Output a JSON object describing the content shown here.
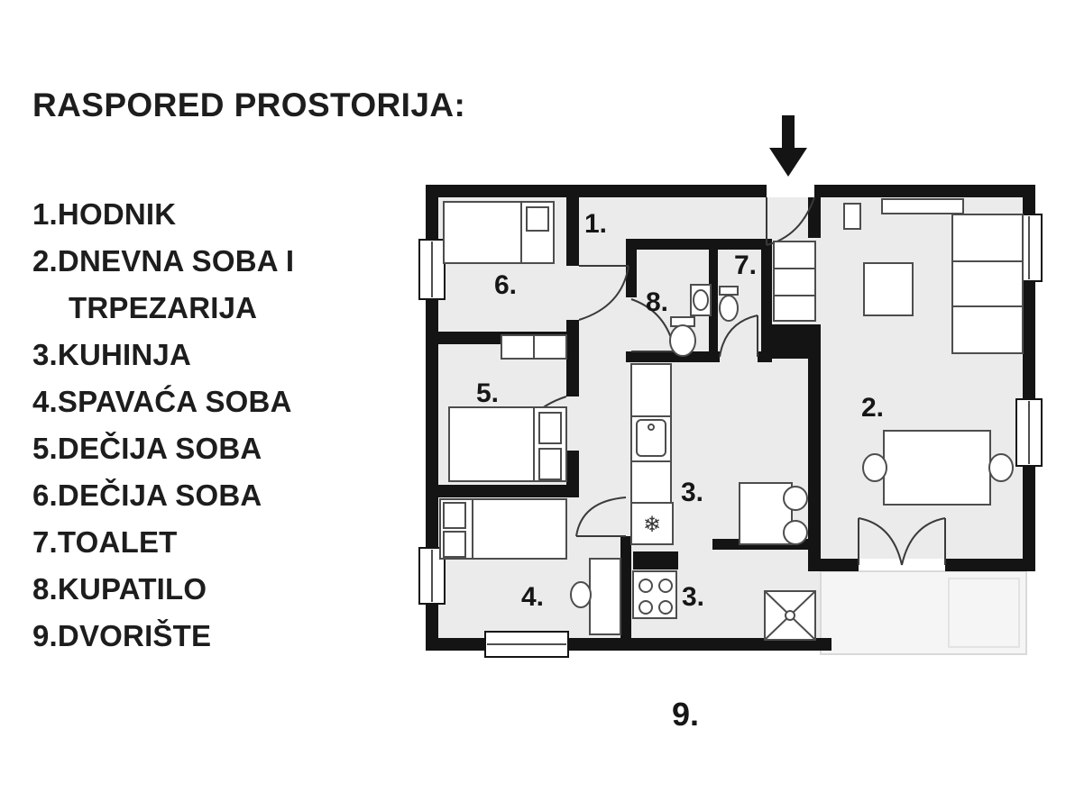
{
  "title": "RASPORED PROSTORIJA:",
  "legend": {
    "items": [
      {
        "text": "1.HODNIK"
      },
      {
        "text": "2.DNEVNA SOBA I TRPEZARIJA"
      },
      {
        "text": "3.KUHINJA"
      },
      {
        "text": "4.SPAVAĆA SOBA"
      },
      {
        "text": "5.DEČIJA SOBA"
      },
      {
        "text": "6.DEČIJA SOBA"
      },
      {
        "text": "7.TOALET"
      },
      {
        "text": "8.KUPATILO"
      },
      {
        "text": "9.DVORIŠTE"
      }
    ]
  },
  "plan": {
    "labels": {
      "hallway": "1.",
      "living_room": "2.",
      "kitchen_a": "3.",
      "kitchen_b": "3.",
      "bedroom": "4.",
      "kids_room_a": "5.",
      "kids_room_b": "6.",
      "toilet": "7.",
      "bathroom": "8.",
      "yard": "9."
    },
    "fridge_icon": "❄"
  },
  "colors": {
    "wall": "#141414",
    "floor": "#ebebeb",
    "yard": "#f5f5f5",
    "text": "#1d1d1d"
  }
}
